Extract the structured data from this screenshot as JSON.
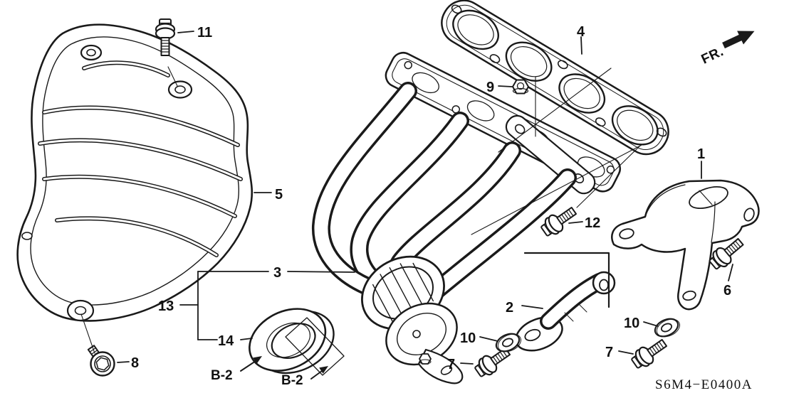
{
  "figure": {
    "code": "S6M4−E0400A",
    "orientation_label": "FR."
  },
  "callouts": {
    "n1": "1",
    "n2": "2",
    "n3": "3",
    "n4": "4",
    "n5": "5",
    "n6": "6",
    "n7_left": "7",
    "n7_right": "7",
    "n8": "8",
    "n9": "9",
    "n10_left": "10",
    "n10_right": "10",
    "n11": "11",
    "n12": "12",
    "n13": "13",
    "n14": "14",
    "b2_left": "B-2",
    "b2_right": "B-2"
  }
}
